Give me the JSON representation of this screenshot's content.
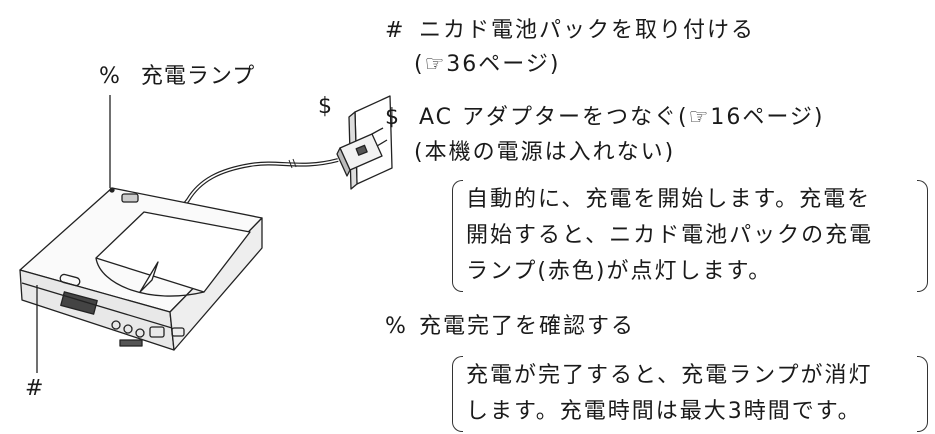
{
  "callouts": {
    "lamp_mark": "%",
    "lamp_label": "充電ランプ",
    "plug_mark": "$",
    "battery_mark": "#"
  },
  "steps": [
    {
      "mark": "#",
      "text": "ニカド電池パックを取り付ける",
      "sub": "(☞36ページ)"
    },
    {
      "mark": "$",
      "text": "AC アダプターをつなぐ(☞16ページ)",
      "sub": "(本機の電源は入れない)",
      "note": [
        "自動的に、充電を開始します。充電を",
        "開始すると、ニカド電池パックの充電",
        "ランプ(赤色)が点灯します。"
      ]
    },
    {
      "mark": "%",
      "text": "充電完了を確認する",
      "note": [
        "充電が完了すると、充電ランプが消灯",
        "します。充電時間は最大3時間です。"
      ]
    }
  ]
}
